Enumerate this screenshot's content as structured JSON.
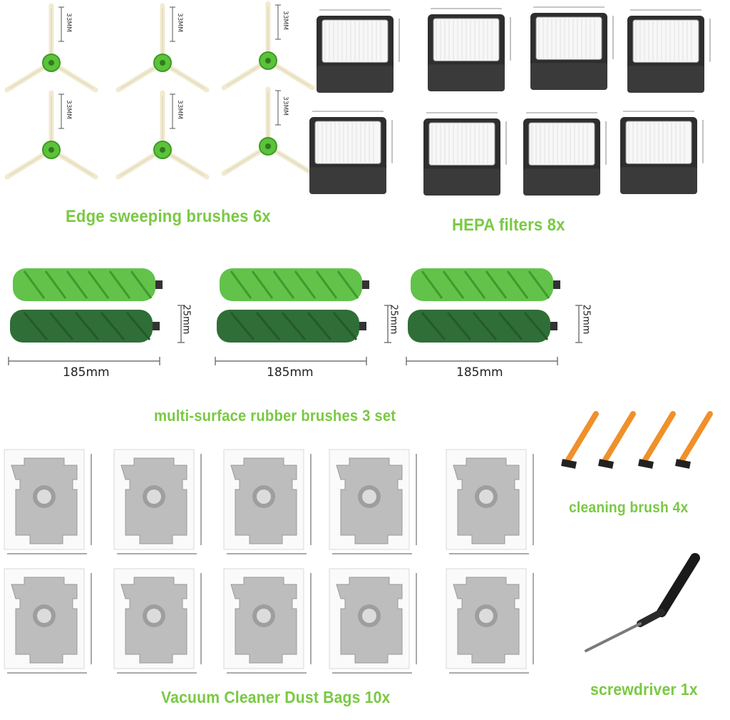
{
  "captions": {
    "edge_brushes": "Edge sweeping brushes 6x",
    "hepa_filters": "HEPA filters 8x",
    "rubber_brushes": "multi-surface rubber brushes 3 set",
    "cleaning_brush": "cleaning brush 4x",
    "dust_bags": "Vacuum Cleaner Dust Bags 10x",
    "screwdriver": "screwdriver 1x"
  },
  "dimensions": {
    "edge_brush_height": "33MM",
    "roller_length": "185mm",
    "roller_diameter": "25mm"
  },
  "colors": {
    "caption_green": "#7ac943",
    "light_roller": "#62c24a",
    "dark_roller": "#2f6e37",
    "hub_green": "#5cc23a",
    "bristle": "#f1ead0",
    "filter_frame": "#2e2e2e",
    "filter_media": "#f7f7f7",
    "bag_grey": "#bdbdbd",
    "brush_orange": "#f0902a"
  },
  "counts": {
    "edge_brushes": 6,
    "hepa_filters": 8,
    "roller_sets": 3,
    "cleaning_brushes": 4,
    "dust_bags": 10,
    "screwdrivers": 1
  }
}
